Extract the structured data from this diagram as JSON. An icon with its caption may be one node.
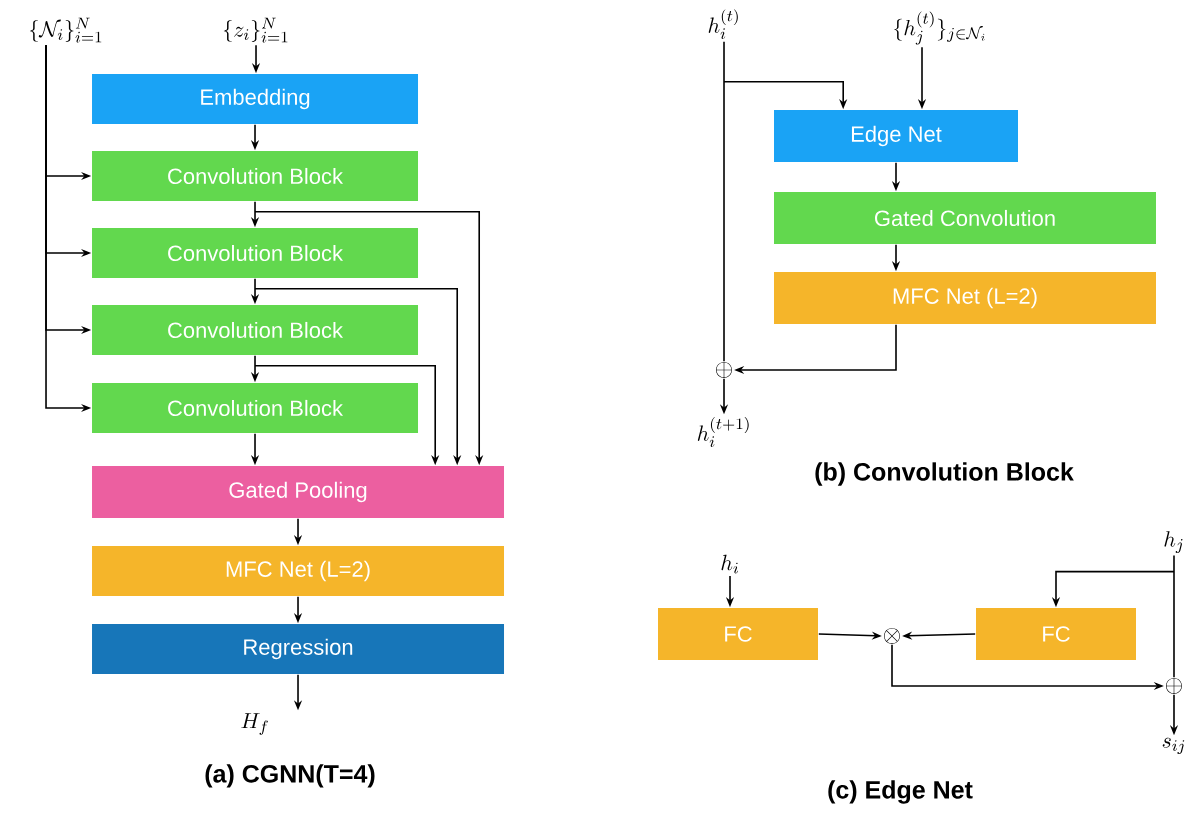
{
  "diagram": {
    "nodes": [
      {
        "text": [
          "\\{\\mathcal{N}_i\\}_{i=1}^N"
        ]
      },
      {
        "text": [
          "\\{z_i\\}_{i=1}^N"
        ]
      },
      {
        "text": [
          "Embedding"
        ]
      },
      {
        "text": [
          "Convolution Block"
        ]
      },
      {
        "text": [
          "Convolution Block"
        ]
      },
      {
        "text": [
          "Convolution Block"
        ]
      },
      {
        "text": [
          "Convolution Block"
        ]
      },
      {
        "text": [
          "Gated Pooling"
        ]
      },
      {
        "text": [
          "MFC Net (L=2)"
        ]
      },
      {
        "text": [
          "Regression"
        ]
      },
      {
        "text": [
          "H_f"
        ]
      },
      {
        "text": [
          "h_i^{(t)}"
        ]
      },
      {
        "text": [
          "\\{h_j^{(t)}\\}_{j\\in\\mathcal{N}_i}"
        ]
      },
      {
        "text": [
          "Edge Net"
        ]
      },
      {
        "text": [
          "Gated Convolution"
        ]
      },
      {
        "text": [
          "MFC Net (L=2)"
        ]
      },
      {
        "text": [
          "\\oplus"
        ]
      },
      {
        "text": [
          "h_i^{(t+1)}"
        ]
      },
      {
        "text": [
          "h_i"
        ]
      },
      {
        "text": [
          "h_j"
        ]
      },
      {
        "text": [
          "FC"
        ]
      },
      {
        "text": [
          "\\otimes"
        ]
      },
      {
        "text": [
          "FC"
        ]
      },
      {
        "text": [
          "\\oplus"
        ]
      },
      {
        "text": [
          "s_{ij}"
        ]
      }
    ],
    "edges": [
      {
        "from": 1,
        "to": 2,
        "arrow": "to"
      },
      {
        "from": 2,
        "to": 3,
        "arrow": "to"
      },
      {
        "from": 3,
        "to": 4,
        "arrow": "to"
      },
      {
        "from": 4,
        "to": 5,
        "arrow": "to"
      },
      {
        "from": 5,
        "to": 6,
        "arrow": "to"
      },
      {
        "from": 6,
        "to": 7,
        "arrow": "to"
      },
      {
        "from": 7,
        "to": 8,
        "arrow": "to"
      },
      {
        "from": 8,
        "to": 9,
        "arrow": "to"
      },
      {
        "from": 9,
        "to": 10,
        "arrow": "to"
      },
      {
        "from": 0,
        "to": 3,
        "arrow": "to"
      },
      {
        "from": 0,
        "to": 4,
        "arrow": "to"
      },
      {
        "from": 0,
        "to": 5,
        "arrow": "to"
      },
      {
        "from": 0,
        "to": 6,
        "arrow": "to"
      },
      {
        "from": 3,
        "to": 7,
        "arrow": "to"
      },
      {
        "from": 4,
        "to": 7,
        "arrow": "to"
      },
      {
        "from": 5,
        "to": 7,
        "arrow": "to"
      },
      {
        "from": 11,
        "to": 13,
        "arrow": "to"
      },
      {
        "from": 12,
        "to": 13,
        "arrow": "to"
      },
      {
        "from": 13,
        "to": 14,
        "arrow": "to"
      },
      {
        "from": 14,
        "to": 15,
        "arrow": "to"
      },
      {
        "from": 15,
        "to": 16,
        "arrow": "to"
      },
      {
        "from": 11,
        "to": 16,
        "arrow": "none"
      },
      {
        "from": 16,
        "to": 17,
        "arrow": "to"
      },
      {
        "from": 18,
        "to": 20,
        "arrow": "to"
      },
      {
        "from": 19,
        "to": 22,
        "arrow": "to"
      },
      {
        "from": 20,
        "to": 21,
        "arrow": "to"
      },
      {
        "from": 22,
        "to": 21,
        "arrow": "to"
      },
      {
        "from": 21,
        "to": 23,
        "arrow": "to"
      },
      {
        "from": 19,
        "to": 23,
        "arrow": "none"
      },
      {
        "from": 23,
        "to": 24,
        "arrow": "to"
      }
    ],
    "labels": [
      "(a) CGNN(T=4)",
      "(b) Convolution Block",
      "(c) Edge Net"
    ]
  }
}
